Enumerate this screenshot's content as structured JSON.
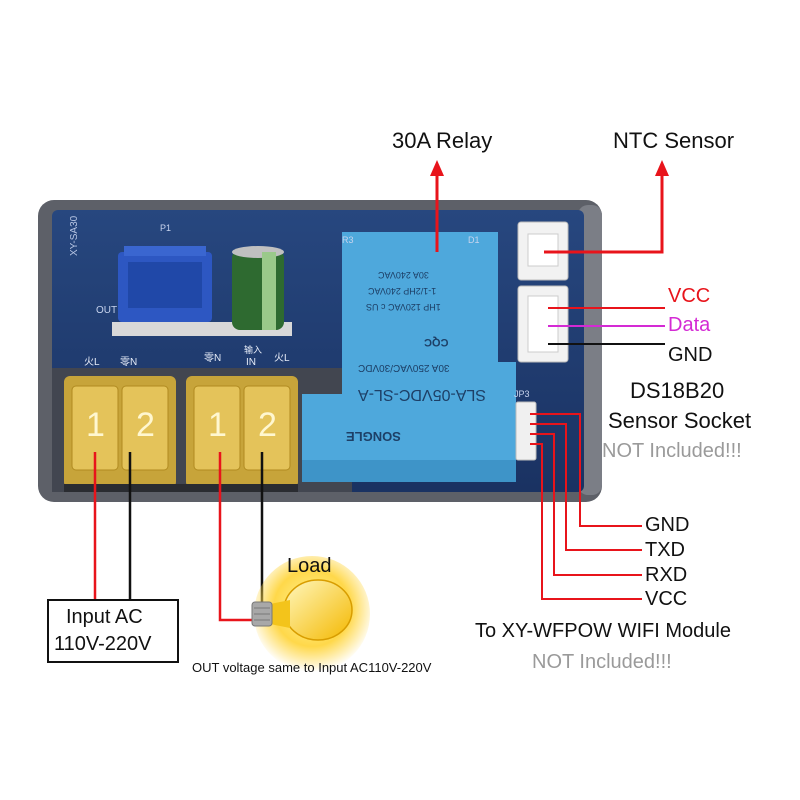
{
  "callouts": {
    "relay": "30A Relay",
    "ntc": "NTC Sensor",
    "ds18b20_line1": "DS18B20",
    "ds18b20_line2": "Sensor Socket",
    "ds18b20_note": "NOT Included!!!",
    "load": "Load",
    "input_line1": "Input AC",
    "input_line2": "110V-220V",
    "out_note": "OUT voltage same to Input AC110V-220V",
    "wifi_module": "To XY-WFPOW WIFI Module",
    "wifi_note": "NOT Included!!!"
  },
  "sensor_pins": {
    "vcc": "VCC",
    "data": "Data",
    "gnd": "GND"
  },
  "uart_pins": {
    "gnd": "GND",
    "txd": "TXD",
    "rxd": "RXD",
    "vcc": "VCC"
  },
  "board": {
    "model": "XY-SA30",
    "p1": "P1",
    "r3": "R3",
    "d1": "D1",
    "out": "OUT",
    "jp3": "JP3",
    "live_left": "火L",
    "neutral_left": "零N",
    "neutral_right": "零N",
    "input_cn": "输入",
    "in_label": "IN",
    "live_right": "火L",
    "terminal_1": "1",
    "terminal_2": "2"
  },
  "relay": {
    "model": "SLA-05VDC-SL-A",
    "rating1": "30A  250VAC/30VDC",
    "rating2": "1HP 120VAC  c  US",
    "rating3": "1-1/2HP 240VAC",
    "rating4": "30A  240VAC",
    "cqc": "CQC",
    "brand": "SONGLE"
  },
  "colors": {
    "red": "#e8141b",
    "magenta": "#d42ad4",
    "black": "#111111",
    "grey": "#9a9a9a",
    "board": "#1f3b6e",
    "relay": "#4ea8dc"
  }
}
